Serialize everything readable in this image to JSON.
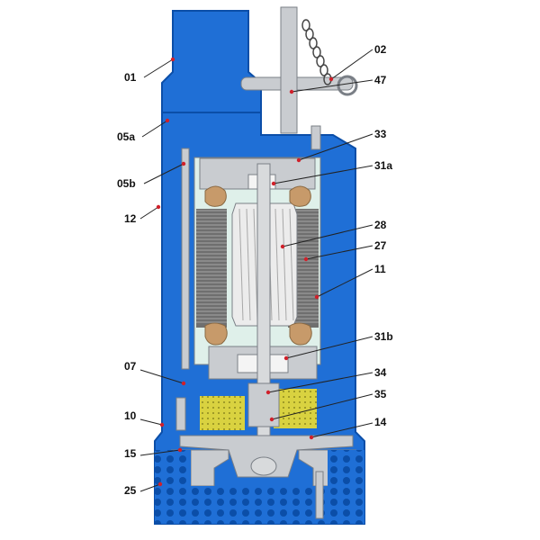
{
  "colors": {
    "water": "#1f6fd6",
    "water_dark": "#0b4ea8",
    "casing": "#c9ccd0",
    "casing_dark": "#7a7f86",
    "motor_bg": "#dff0ea",
    "winding": "#6f6f6f",
    "rotor": "#ececec",
    "coil_end": "#c79a6a",
    "oil": "#d9d240",
    "marker": "#d0202a"
  },
  "callouts": [
    {
      "id": "01",
      "label": "01"
    },
    {
      "id": "02",
      "label": "02"
    },
    {
      "id": "47",
      "label": "47"
    },
    {
      "id": "05a",
      "label": "05a"
    },
    {
      "id": "33",
      "label": "33"
    },
    {
      "id": "05b",
      "label": "05b"
    },
    {
      "id": "31a",
      "label": "31a"
    },
    {
      "id": "12",
      "label": "12"
    },
    {
      "id": "28",
      "label": "28"
    },
    {
      "id": "27",
      "label": "27"
    },
    {
      "id": "11",
      "label": "11"
    },
    {
      "id": "31b",
      "label": "31b"
    },
    {
      "id": "07",
      "label": "07"
    },
    {
      "id": "34",
      "label": "34"
    },
    {
      "id": "35",
      "label": "35"
    },
    {
      "id": "10",
      "label": "10"
    },
    {
      "id": "14",
      "label": "14"
    },
    {
      "id": "15",
      "label": "15"
    },
    {
      "id": "25",
      "label": "25"
    }
  ]
}
